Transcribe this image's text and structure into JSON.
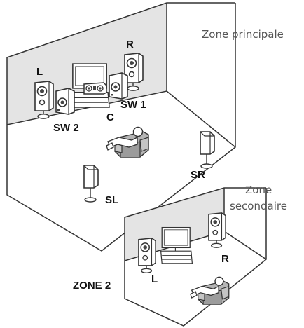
{
  "main_zone": {
    "title": "Zone principale",
    "labels": {
      "left": "L",
      "right": "R",
      "center": "C",
      "subwoofer_1": "SW 1",
      "subwoofer_2": "SW 2",
      "surround_left": "SL",
      "surround_right": "SR"
    }
  },
  "second_zone": {
    "title_line1": "Zone",
    "title_line2": "secondaire",
    "name": "ZONE 2",
    "labels": {
      "left": "L",
      "right": "R"
    }
  }
}
